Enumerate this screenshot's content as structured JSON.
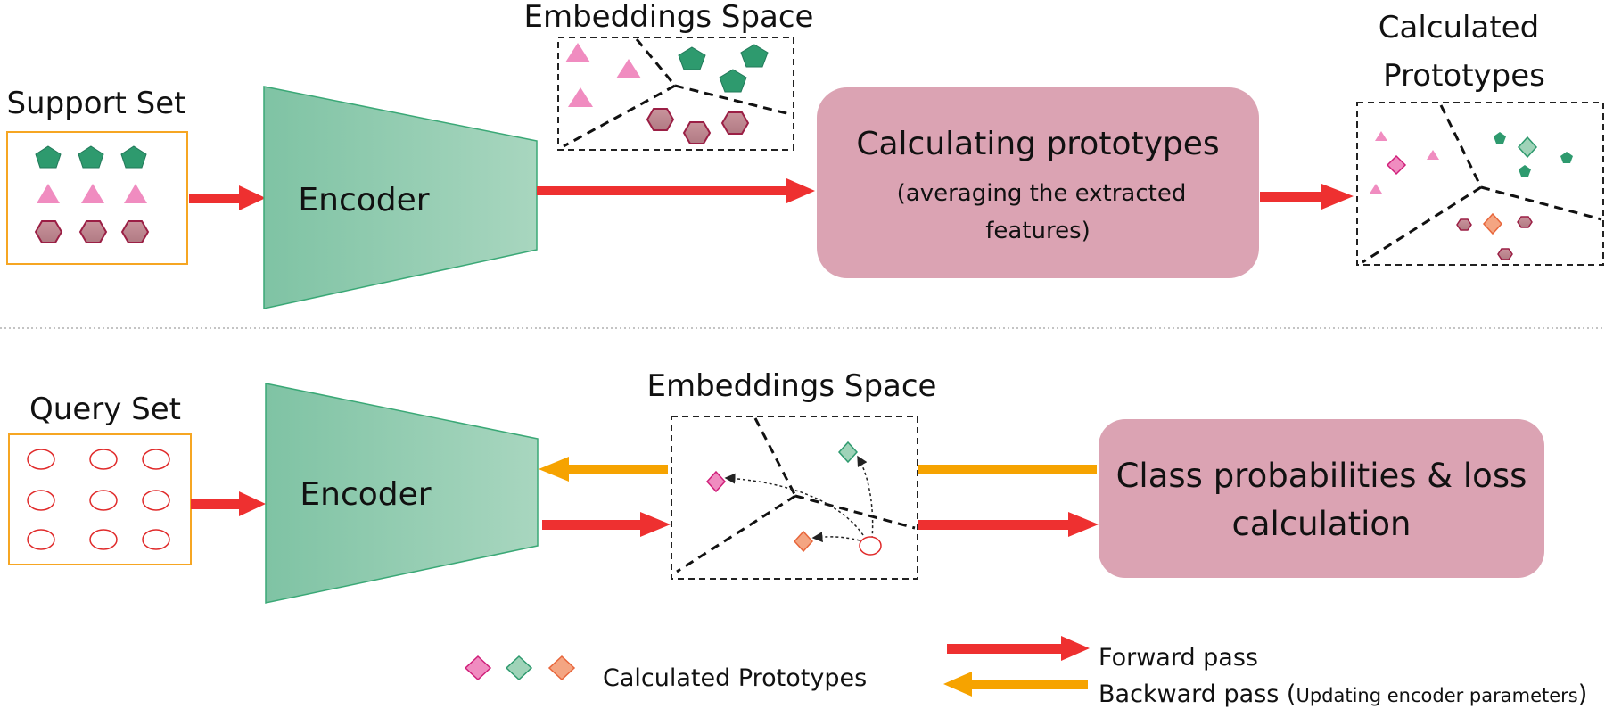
{
  "top": {
    "support_set_label": "Support Set",
    "encoder_label": "Encoder",
    "embeddings_label": "Embeddings Space",
    "proc_box_title": "Calculating prototypes",
    "proc_box_sub1": "(averaging the extracted",
    "proc_box_sub2": "features)",
    "calc_label_line1": "Calculated",
    "calc_label_line2": "Prototypes"
  },
  "bottom": {
    "query_set_label": "Query Set",
    "encoder_label": "Encoder",
    "embeddings_label": "Embeddings Space",
    "proc_box_line1": "Class probabilities & loss",
    "proc_box_line2": "calculation"
  },
  "legend": {
    "prototypes_label": "Calculated Prototypes",
    "forward_label": "Forward pass",
    "backward_label_main": "Backward pass (",
    "backward_label_small": "Updating encoder parameters",
    "backward_label_close": ")"
  },
  "colors": {
    "green": "#2e9a6e",
    "pink": "#f08cc0",
    "mauve": "#c98a95",
    "process_box": "#dba3b3",
    "forward_arrow": "#ee3030",
    "backward_arrow": "#f6a300",
    "set_border": "#f6a623",
    "query_circle": "#e02a2a"
  }
}
